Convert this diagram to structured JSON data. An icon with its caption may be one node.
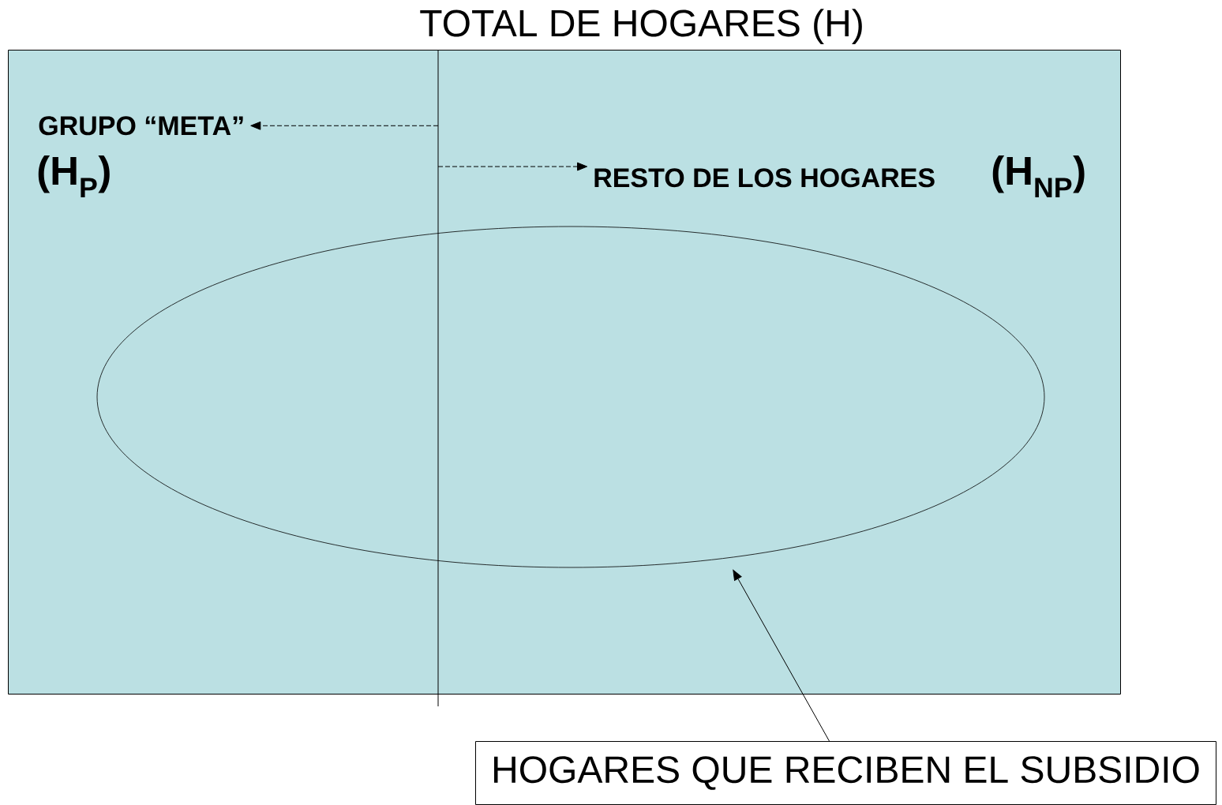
{
  "diagram": {
    "nodes": [
      {
        "text": [
          "TOTAL DE HOGARES (H)"
        ]
      },
      {
        "text": [
          "GRUPO “META”",
          "(H$_{P}$)"
        ],
        "in": 0
      },
      {
        "text": [
          "RESTO DE LOS HOGARES",
          "(H$_{NP}$)"
        ],
        "in": 0
      },
      {
        "text": [],
        "shape": "ellipse",
        "in": 0
      },
      {
        "text": [
          "HOGARES QUE RECIBEN EL SUBSIDIO"
        ]
      }
    ],
    "edges": [
      {
        "from": null,
        "to": 1,
        "arrow": "to",
        "style": "dashed"
      },
      {
        "from": null,
        "to": 2,
        "arrow": "to",
        "style": "dashed"
      },
      {
        "from": 4,
        "to": 3,
        "arrow": "to"
      }
    ]
  }
}
